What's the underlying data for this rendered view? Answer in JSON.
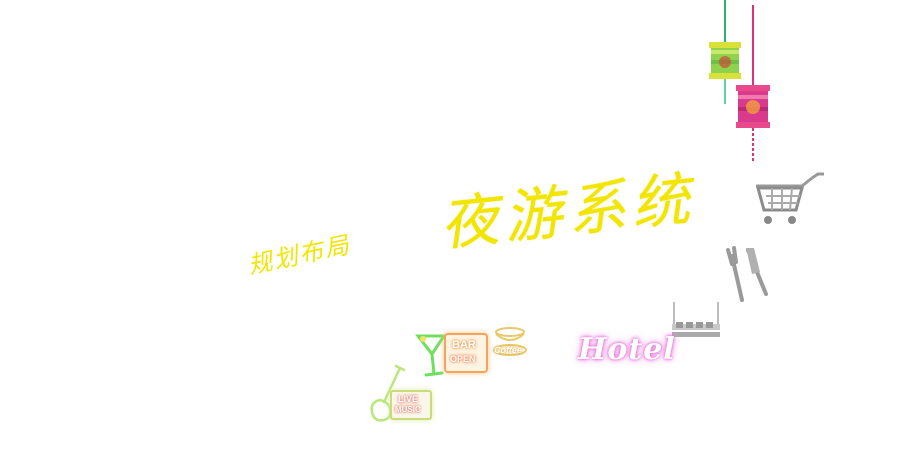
{
  "title": "夜游系统",
  "subtitle": "规划布局",
  "neon_signs": {
    "bar_top": "BAR",
    "bar_bottom": "OPEN",
    "cafe": "Coffee",
    "hotel": "Hotel",
    "live_top": "LIVE",
    "live_bottom": "MUSIC"
  },
  "icons": [
    "lantern-green-icon",
    "lantern-pink-icon",
    "shopping-cart-icon",
    "fork-knife-icon",
    "cinema-seats-icon",
    "cocktail-neon-icon",
    "coffee-cup-neon-icon",
    "guitar-neon-icon"
  ],
  "colors": {
    "title": "#f2e600",
    "neon_green": "#7be36b",
    "neon_orange": "#f4a55b",
    "neon_pink": "#e36bd8",
    "neon_yellow": "#e8d26a"
  }
}
